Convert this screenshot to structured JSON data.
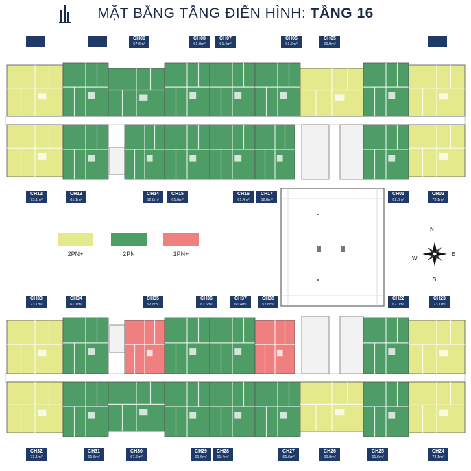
{
  "title": {
    "main": "MẶT BẰNG TẦNG ĐIỂN HÌNH:",
    "floor": "TẦNG 16"
  },
  "colors": {
    "two_bed_plus": "#e4ea8c",
    "two_bed": "#4f9d66",
    "one_bed_plus": "#f08080",
    "navy": "#1f3a66"
  },
  "legend": [
    {
      "label": "2PN+",
      "color": "#e4ea8c"
    },
    {
      "label": "2PN",
      "color": "#4f9d66"
    },
    {
      "label": "1PN+",
      "color": "#f08080"
    }
  ],
  "compass": {
    "n": "N",
    "s": "S",
    "e": "E",
    "w": "W"
  },
  "units": [
    {
      "code": "CH09",
      "area": "67.6m²",
      "type": "2PN"
    },
    {
      "code": "CH08",
      "area": "61.9m²",
      "type": "2PN"
    },
    {
      "code": "CH07",
      "area": "61.4m²",
      "type": "2PN"
    },
    {
      "code": "CH06",
      "area": "61.6m²",
      "type": "2PN"
    },
    {
      "code": "CH05",
      "area": "69.0m²",
      "type": "2PN+"
    },
    {
      "code": "CH12",
      "area": "73.1m²",
      "type": "2PN+"
    },
    {
      "code": "CH13",
      "area": "61.1m²",
      "type": "2PN"
    },
    {
      "code": "CH14",
      "area": "52.8m²",
      "type": "2PN"
    },
    {
      "code": "CH15",
      "area": "61.6m²",
      "type": "2PN"
    },
    {
      "code": "CH16",
      "area": "61.4m²",
      "type": "2PN"
    },
    {
      "code": "CH17",
      "area": "52.8m²",
      "type": "2PN"
    },
    {
      "code": "CH01",
      "area": "62.0m²",
      "type": "2PN"
    },
    {
      "code": "CH02",
      "area": "73.1m²",
      "type": "2PN+"
    },
    {
      "code": "CH33",
      "area": "73.1m²",
      "type": "2PN+"
    },
    {
      "code": "CH34",
      "area": "61.1m²",
      "type": "2PN"
    },
    {
      "code": "CH35",
      "area": "52.8m²",
      "type": "1PN+"
    },
    {
      "code": "CH36",
      "area": "61.6m²",
      "type": "2PN"
    },
    {
      "code": "CH37",
      "area": "61.4m²",
      "type": "2PN"
    },
    {
      "code": "CH38",
      "area": "52.8m²",
      "type": "1PN+"
    },
    {
      "code": "CH22",
      "area": "62.0m²",
      "type": "2PN"
    },
    {
      "code": "CH23",
      "area": "73.1m²",
      "type": "2PN+"
    },
    {
      "code": "CH32",
      "area": "73.1m²",
      "type": "2PN+"
    },
    {
      "code": "CH31",
      "area": "61.6m²",
      "type": "2PN"
    },
    {
      "code": "CH30",
      "area": "67.6m²",
      "type": "2PN"
    },
    {
      "code": "CH29",
      "area": "61.6m²",
      "type": "2PN"
    },
    {
      "code": "CH28",
      "area": "61.4m²",
      "type": "2PN"
    },
    {
      "code": "CH27",
      "area": "61.6m²",
      "type": "2PN"
    },
    {
      "code": "CH26",
      "area": "69.0m²",
      "type": "2PN+"
    },
    {
      "code": "CH25",
      "area": "61.6m²",
      "type": "2PN"
    },
    {
      "code": "CH24",
      "area": "73.1m²",
      "type": "2PN+"
    }
  ]
}
